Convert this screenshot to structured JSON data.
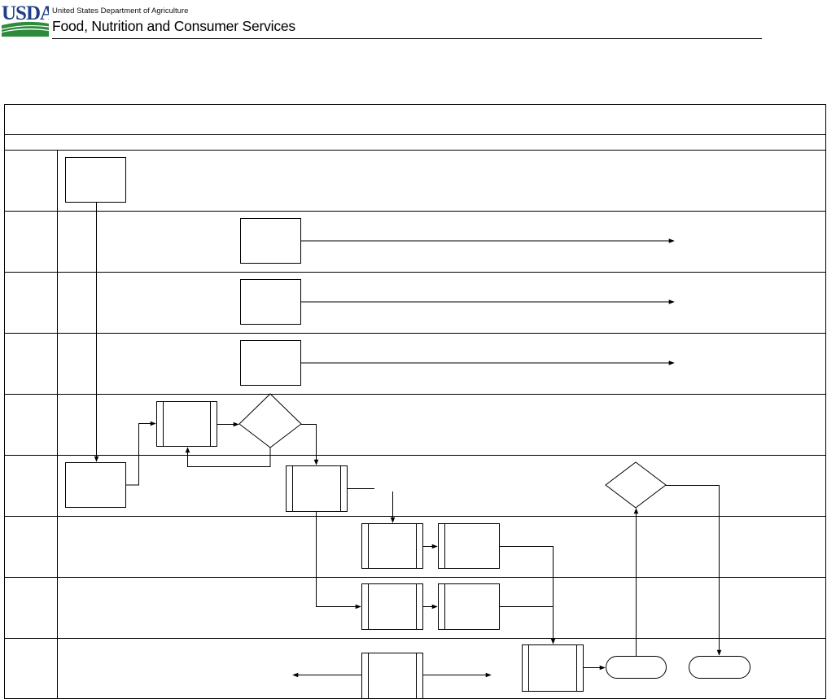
{
  "header": {
    "logo_text": "USDA",
    "agency": "United States Department of Agriculture",
    "org": "Food, Nutrition and Consumer Services"
  },
  "flowchart": {
    "title": "",
    "lanes": 9,
    "shapes": [
      {
        "type": "process",
        "lane": 1
      },
      {
        "type": "process",
        "lane": 2
      },
      {
        "type": "process",
        "lane": 3
      },
      {
        "type": "process",
        "lane": 4
      },
      {
        "type": "predefined-process",
        "lane": 5
      },
      {
        "type": "decision",
        "lane": 5
      },
      {
        "type": "process",
        "lane": 6
      },
      {
        "type": "predefined-process",
        "lane": 6
      },
      {
        "type": "decision",
        "lane": 6
      },
      {
        "type": "predefined-process",
        "lane": 7
      },
      {
        "type": "process",
        "lane": 7
      },
      {
        "type": "predefined-process",
        "lane": 8
      },
      {
        "type": "process",
        "lane": 8
      },
      {
        "type": "predefined-process",
        "lane": 9
      },
      {
        "type": "predefined-process",
        "lane": 9
      },
      {
        "type": "terminator",
        "lane": 9
      },
      {
        "type": "terminator",
        "lane": 9
      }
    ]
  }
}
